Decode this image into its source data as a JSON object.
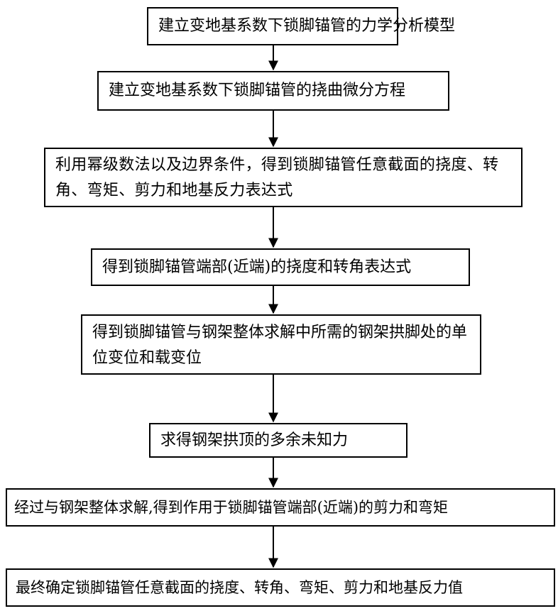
{
  "steps": [
    "建立变地基系数下锁脚锚管的力学分析模型",
    "建立变地基系数下锁脚锚管的挠曲微分方程",
    "利用幂级数法以及边界条件，得到锁脚锚管任意截面的挠度、转角、弯矩、剪力和地基反力表达式",
    "得到锁脚锚管端部(近端)的挠度和转角表达式",
    "得到锁脚锚管与钢架整体求解中所需的钢架拱脚处的单位变位和载变位",
    "求得钢架拱顶的多余未知力",
    "经过与钢架整体求解,得到作用于锁脚锚管端部(近端)的剪力和弯矩",
    "最终确定锁脚锚管任意截面的挠度、转角、弯矩、剪力和地基反力值"
  ]
}
